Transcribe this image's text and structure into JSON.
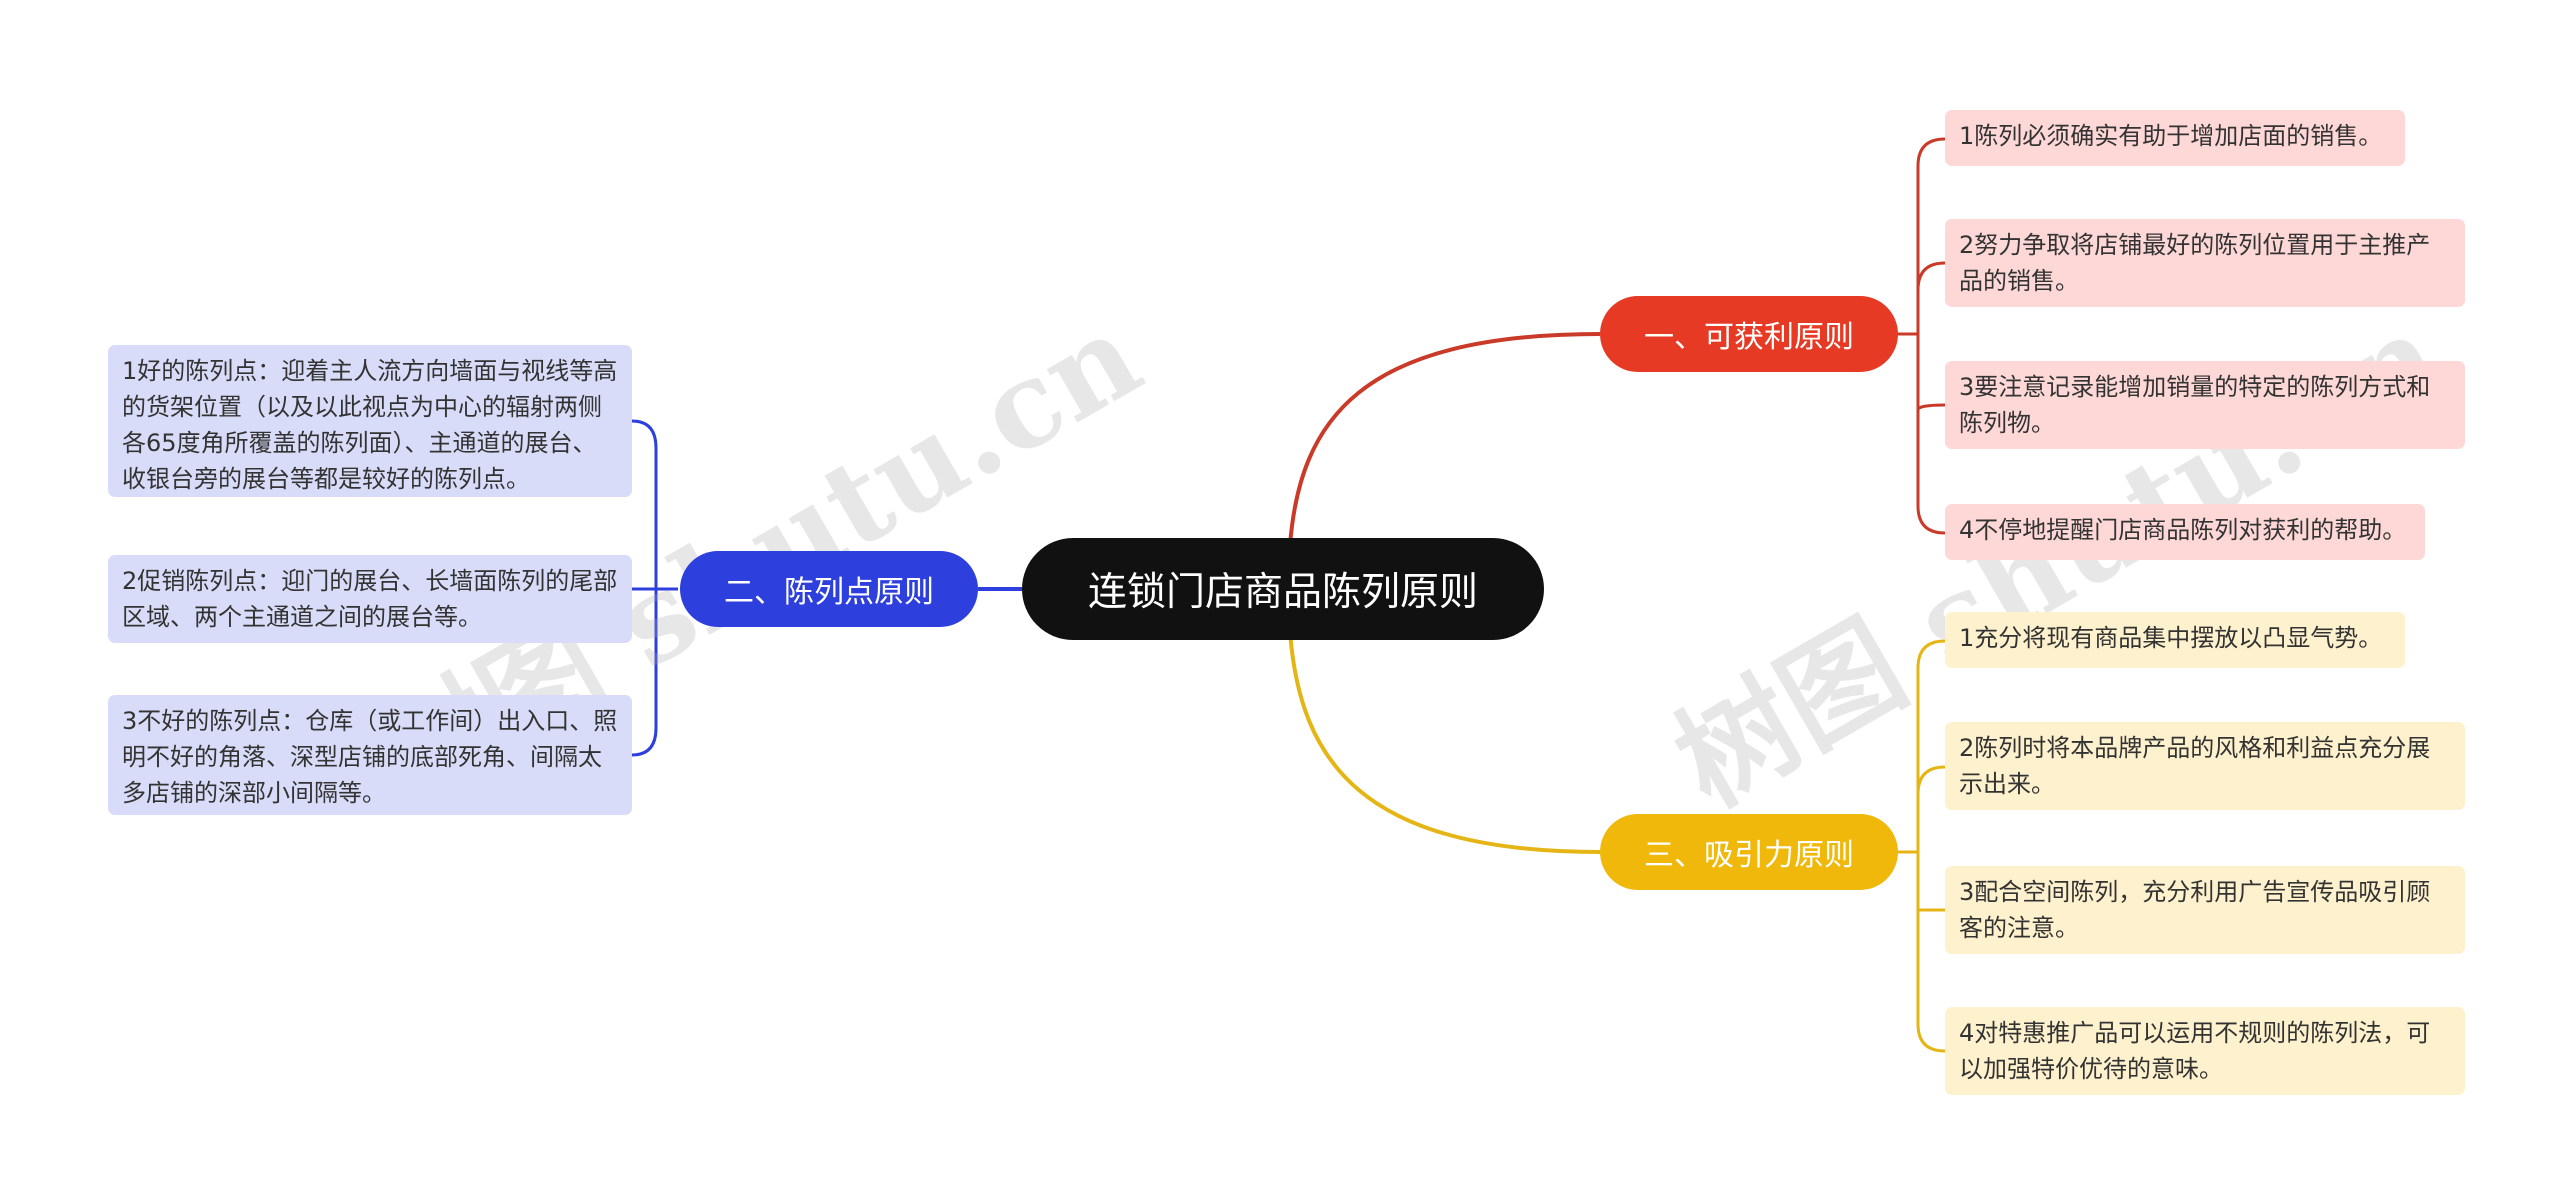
{
  "watermark": "树图 shutu.cn",
  "root": "连锁门店商品陈列原则",
  "branches": {
    "red": {
      "label": "一、可获利原则",
      "color": "#e63a25",
      "items": [
        "1陈列必须确实有助于增加店面的销售。",
        "2努力争取将店铺最好的陈列位置用于主推产品的销售。",
        "3要注意记录能增加销量的特定的陈列方式和陈列物。",
        "4不停地提醒门店商品陈列对获利的帮助。"
      ]
    },
    "blue": {
      "label": "二、陈列点原则",
      "color": "#2d3fdc",
      "items": [
        "1好的陈列点：迎着主人流方向墙面与视线等高的货架位置（以及以此视点为中心的辐射两侧各65度角所覆盖的陈列面）、主通道的展台、收银台旁的展台等都是较好的陈列点。",
        "2促销陈列点：迎门的展台、长墙面陈列的尾部区域、两个主通道之间的展台等。",
        "3不好的陈列点：仓库（或工作间）出入口、照明不好的角落、深型店铺的底部死角、间隔太多店铺的深部小间隔等。"
      ]
    },
    "yellow": {
      "label": "三、吸引力原则",
      "color": "#efb80b",
      "items": [
        "1充分将现有商品集中摆放以凸显气势。",
        "2陈列时将本品牌产品的风格和利益点充分展示出来。",
        "3配合空间陈列，充分利用广告宣传品吸引顾客的注意。",
        "4对特惠推广品可以运用不规则的陈列法，可以加强特价优待的意味。"
      ]
    }
  }
}
